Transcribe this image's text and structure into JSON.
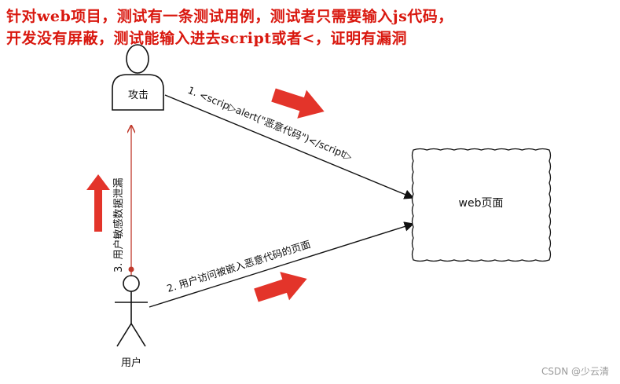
{
  "header": {
    "line1": "针对web项目，测试有一条测试用例，测试者只需要输入js代码，",
    "line2": "开发没有屏蔽，测试能输入进去script或者<，证明有漏洞"
  },
  "diagram": {
    "attacker_label": "攻击",
    "user_label": "用户",
    "webpage_label": "web页面",
    "step1": "1. <scrip▷alert(\"恶意代码\")</script▷",
    "step2": "2. 用户访问被嵌入恶意代码的页面",
    "step3": "3. 用户敏感数据泄漏"
  },
  "colors": {
    "title": "#d9180f",
    "block_arrow": "#e3342a",
    "leak_line": "#c0392b",
    "line": "#111111"
  },
  "watermark": "CSDN @少云清"
}
